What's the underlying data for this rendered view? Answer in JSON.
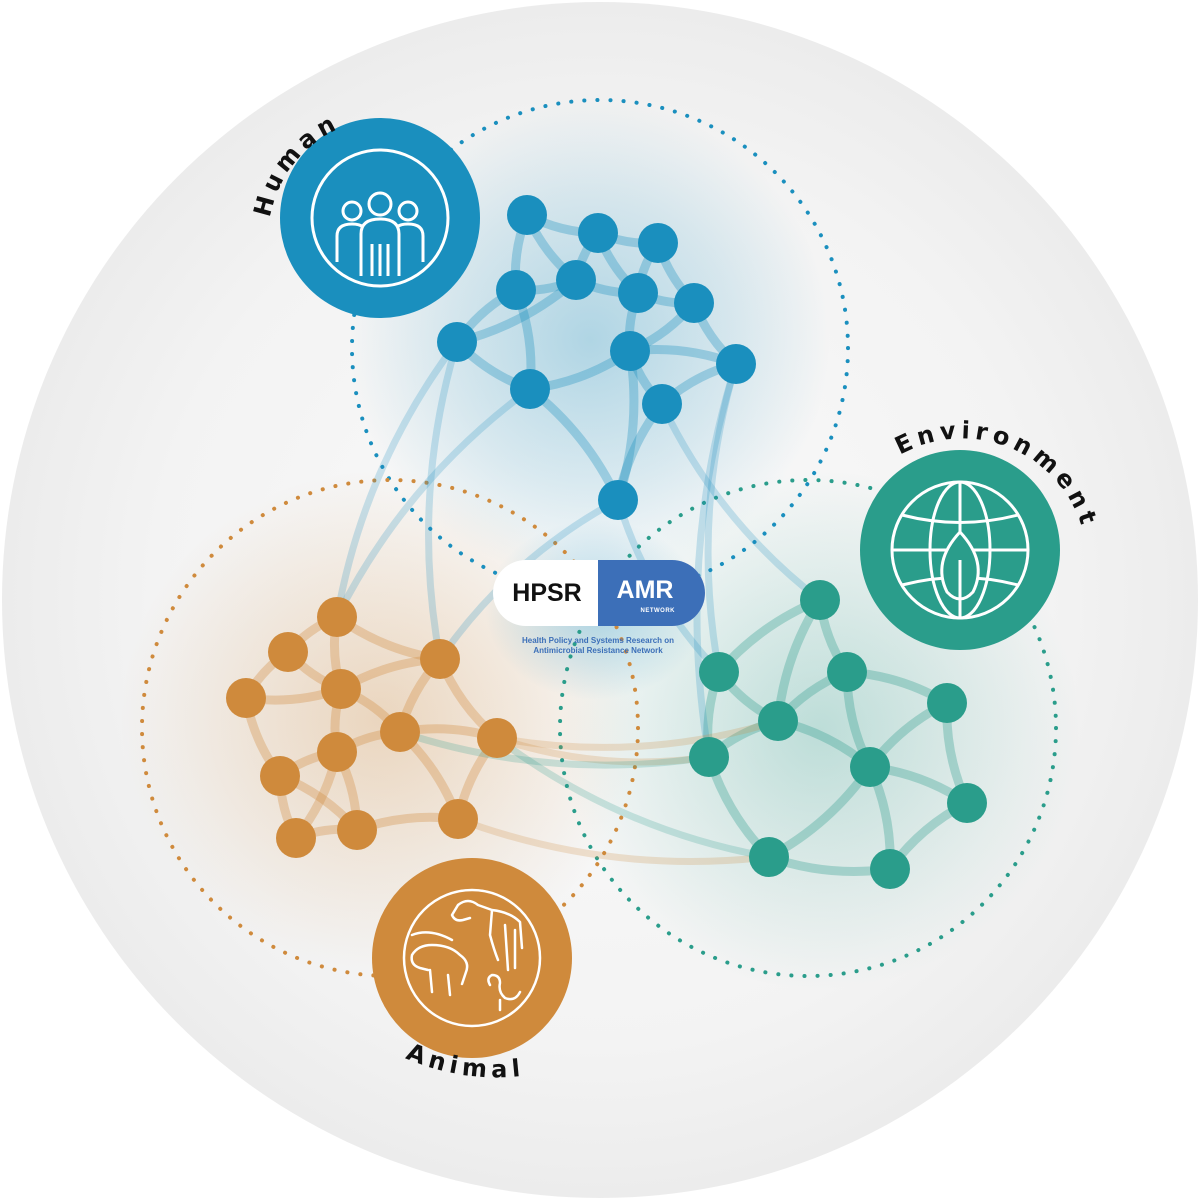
{
  "labels": {
    "human": "Human",
    "environment": "Environment",
    "animal": "Animal"
  },
  "logo": {
    "left_text": "HPSR",
    "right_text": "AMR",
    "right_subtext": "NETWORK",
    "subtitle_line1": "Health Policy and Systems Research on",
    "subtitle_line2": "Antimicrobial Resistance Network"
  },
  "colors": {
    "human": "#1a8fbe",
    "environment": "#2a9d8b",
    "animal": "#cf8a3c",
    "logo_blue": "#3c6fb8",
    "background_disc": "#f1f1f1"
  },
  "icons": {
    "human": "people-group-icon",
    "environment": "globe-leaf-icon",
    "animal": "livestock-icon"
  }
}
